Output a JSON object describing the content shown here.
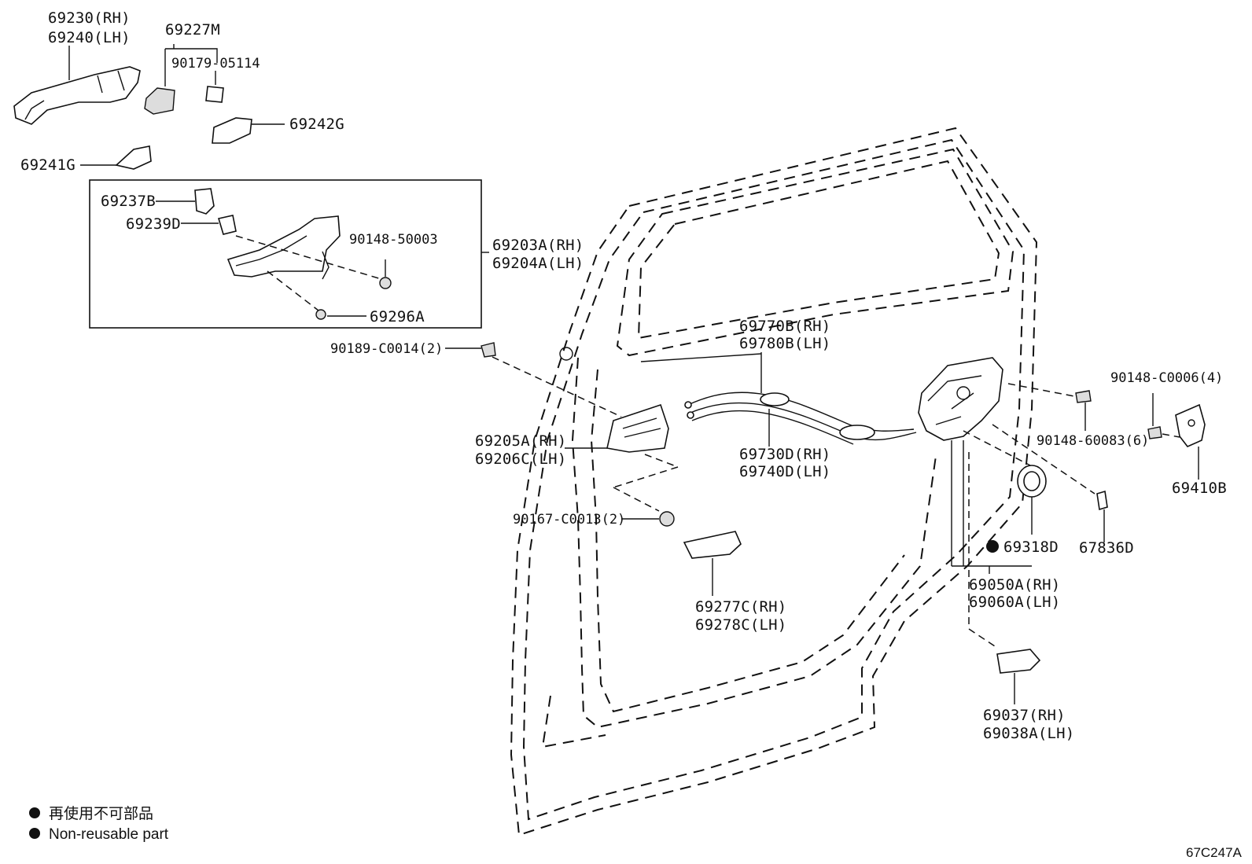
{
  "parts": {
    "p69230": "69230(RH)",
    "p69240": "69240(LH)",
    "p69227M": "69227M",
    "p90179": "90179-05114",
    "p69242G": "69242G",
    "p69241G": "69241G",
    "p69237B": "69237B",
    "p69239D": "69239D",
    "p90148_50003": "90148-50003",
    "p69203A": "69203A(RH)",
    "p69204A": "69204A(LH)",
    "p69296A": "69296A",
    "p90189": "90189-C0014(2)",
    "p69770B": "69770B(RH)",
    "p69780B": "69780B(LH)",
    "p69205A": "69205A(RH)",
    "p69206C": "69206C(LH)",
    "p69730D": "69730D(RH)",
    "p69740D": "69740D(LH)",
    "p90148_C0006": "90148-C0006(4)",
    "p90148_60083": "90148-60083(6)",
    "p69410B": "69410B",
    "p90167": "90167-C0013(2)",
    "p69318D": "69318D",
    "p67836D": "67836D",
    "p69050A": "69050A(RH)",
    "p69060A": "69060A(LH)",
    "p69277C": "69277C(RH)",
    "p69278C": "69278C(LH)",
    "p69037": "69037(RH)",
    "p69038A": "69038A(LH)"
  },
  "legend": {
    "jp": "再使用不可部品",
    "en": "Non-reusable part"
  },
  "figure_ref": "67C247A",
  "icons": {
    "legend_marker": "filled-circle-icon",
    "non_reusable_marker": "filled-circle-icon"
  }
}
